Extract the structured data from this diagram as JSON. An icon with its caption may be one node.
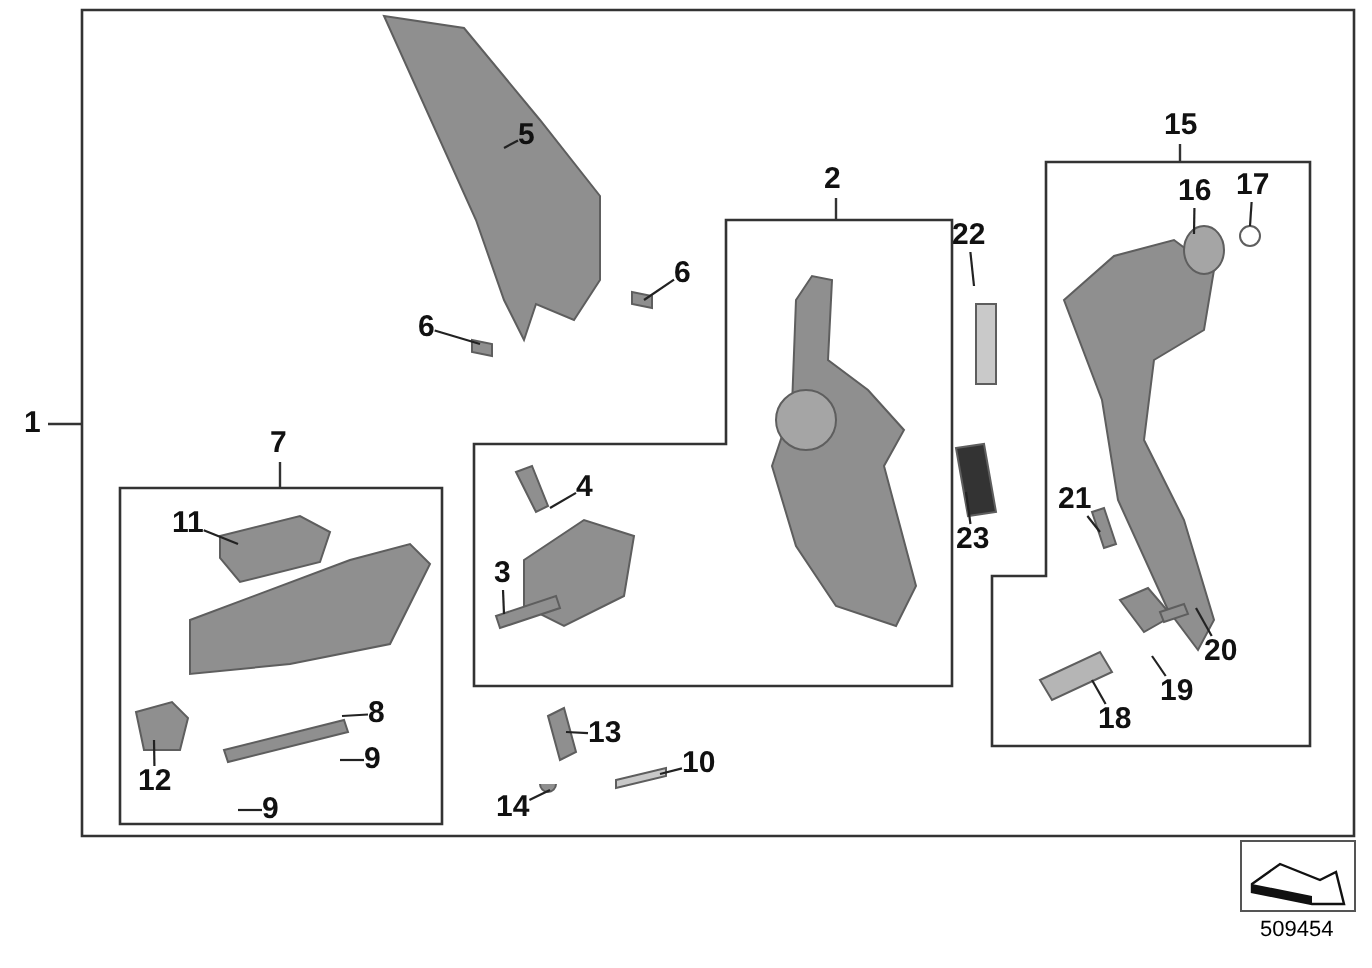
{
  "diagram": {
    "nodes": [
      {
        "text": [
          "1"
        ]
      },
      {
        "text": [
          "5"
        ],
        "in": 0
      },
      {
        "text": [
          "6"
        ],
        "in": 0
      },
      {
        "text": [
          "6"
        ],
        "in": 0
      },
      {
        "text": [
          "2"
        ],
        "in": 0
      },
      {
        "text": [
          "4"
        ],
        "in": 4
      },
      {
        "text": [
          "3"
        ],
        "in": 4
      },
      {
        "text": [
          "22"
        ],
        "in": 0
      },
      {
        "text": [
          "23"
        ],
        "in": 0
      },
      {
        "text": [
          "15"
        ],
        "in": 0
      },
      {
        "text": [
          "16"
        ],
        "in": 9
      },
      {
        "text": [
          "17"
        ],
        "in": 9
      },
      {
        "text": [
          "21"
        ],
        "in": 9
      },
      {
        "text": [
          "20"
        ],
        "in": 9
      },
      {
        "text": [
          "19"
        ],
        "in": 9
      },
      {
        "text": [
          "18"
        ],
        "in": 9
      },
      {
        "text": [
          "7"
        ],
        "in": 0
      },
      {
        "text": [
          "11"
        ],
        "in": 16
      },
      {
        "text": [
          "8"
        ],
        "in": 16
      },
      {
        "text": [
          "12"
        ],
        "in": 16
      },
      {
        "text": [
          "9"
        ],
        "in": 16
      },
      {
        "text": [
          "9"
        ],
        "in": 16
      },
      {
        "text": [
          "13"
        ],
        "in": 0
      },
      {
        "text": [
          "14"
        ],
        "in": 0
      },
      {
        "text": [
          "10"
        ],
        "in": 0
      }
    ],
    "edges": [
      {
        "from": 1,
        "to": null,
        "arrow": "none"
      },
      {
        "from": 2,
        "to": null,
        "arrow": "none"
      },
      {
        "from": 3,
        "to": null,
        "arrow": "none"
      },
      {
        "from": 5,
        "to": null,
        "arrow": "none"
      },
      {
        "from": 6,
        "to": null,
        "arrow": "none"
      },
      {
        "from": 7,
        "to": null,
        "arrow": "none"
      },
      {
        "from": 8,
        "to": null,
        "arrow": "none"
      },
      {
        "from": 10,
        "to": null,
        "arrow": "none"
      },
      {
        "from": 11,
        "to": null,
        "arrow": "none"
      },
      {
        "from": 12,
        "to": null,
        "arrow": "none"
      },
      {
        "from": 13,
        "to": null,
        "arrow": "none"
      },
      {
        "from": 14,
        "to": null,
        "arrow": "none"
      },
      {
        "from": 15,
        "to": null,
        "arrow": "none"
      },
      {
        "from": 17,
        "to": null,
        "arrow": "none"
      },
      {
        "from": 18,
        "to": null,
        "arrow": "none"
      },
      {
        "from": 19,
        "to": null,
        "arrow": "none"
      },
      {
        "from": 20,
        "to": null,
        "arrow": "none"
      },
      {
        "from": 21,
        "to": null,
        "arrow": "none"
      },
      {
        "from": 22,
        "to": null,
        "arrow": "none"
      },
      {
        "from": 23,
        "to": null,
        "arrow": "none"
      },
      {
        "from": 24,
        "to": null,
        "arrow": "none"
      }
    ],
    "labels": [
      "509454"
    ]
  }
}
